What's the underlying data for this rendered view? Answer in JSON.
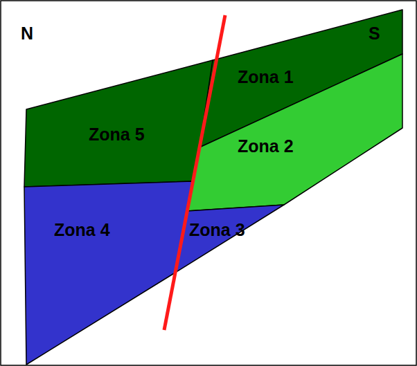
{
  "diagram": {
    "nodes": [
      {
        "text": [
          "Zona 1"
        ]
      },
      {
        "text": [
          "Zona 5"
        ]
      },
      {
        "text": [
          "Zona 2"
        ]
      },
      {
        "text": [
          "Zona 4"
        ]
      },
      {
        "text": [
          "Zona 3"
        ]
      }
    ],
    "labels": [
      "N",
      "S"
    ]
  }
}
